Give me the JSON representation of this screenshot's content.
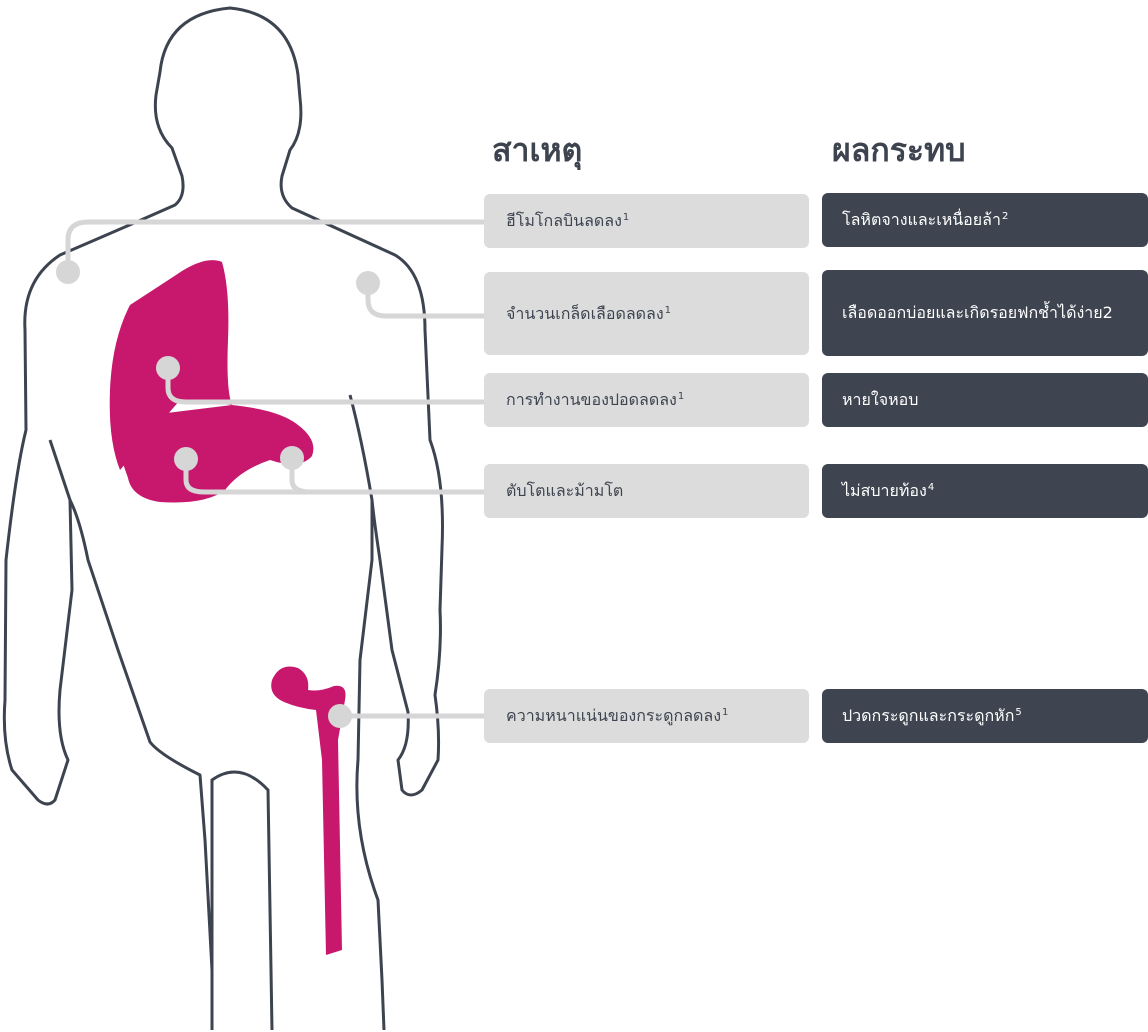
{
  "headings": {
    "causes": "สาเหตุ",
    "effects": "ผลกระทบ"
  },
  "rows": [
    {
      "cause": "ฮีโมโกลบินลดลง",
      "cause_ref": "1",
      "effect": "โลหิตจางและเหนื่อยล้า",
      "effect_ref": "2"
    },
    {
      "cause": "จำนวนเกล็ดเลือดลดลง",
      "cause_ref": "1",
      "effect": "เลือดออกบ่อยและเกิดรอยฟกช้ำได้ง่าย2",
      "effect_ref": ""
    },
    {
      "cause": "การทำงานของปอดลดลง",
      "cause_ref": "1",
      "effect": "หายใจหอบ",
      "effect_ref": ""
    },
    {
      "cause": "ตับโตและม้ามโต",
      "cause_ref": "",
      "effect": "ไม่สบายท้อง",
      "effect_ref": "4"
    },
    {
      "cause": "ความหนาแน่นของกระดูกลดลง",
      "cause_ref": "1",
      "effect": "ปวดกระดูกและกระดูกหัก",
      "effect_ref": "5"
    }
  ],
  "colors": {
    "organ": "#c8186e",
    "outline": "#3d4450",
    "connector": "#d6d6d6",
    "cause_box": "#dcdcdc",
    "effect_box": "#3f4550"
  }
}
